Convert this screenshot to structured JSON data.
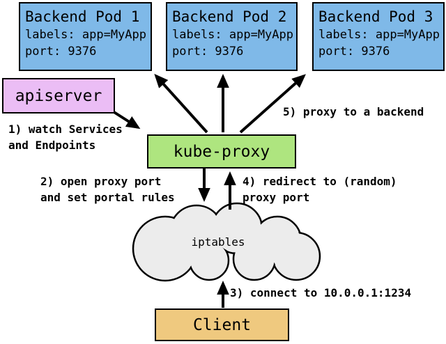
{
  "diagram": {
    "pods": [
      {
        "title": "Backend Pod 1",
        "labels_line": "labels: app=MyApp",
        "port_line": "port: 9376"
      },
      {
        "title": "Backend Pod 2",
        "labels_line": "labels: app=MyApp",
        "port_line": "port: 9376"
      },
      {
        "title": "Backend Pod 3",
        "labels_line": "labels: app=MyApp",
        "port_line": "port: 9376"
      }
    ],
    "apiserver": {
      "label": "apiserver"
    },
    "kube_proxy": {
      "label": "kube-proxy"
    },
    "iptables": {
      "label": "iptables"
    },
    "client": {
      "label": "Client"
    },
    "steps": {
      "step1": {
        "line1": "1) watch Services",
        "line2": "and Endpoints"
      },
      "step2": {
        "line1": "2) open proxy port",
        "line2": "and set portal rules"
      },
      "step3": {
        "line1": "3) connect to 10.0.0.1:1234"
      },
      "step4": {
        "line1": "4) redirect to (random)",
        "line2": "proxy port"
      },
      "step5": {
        "line1": "5) proxy to a backend"
      }
    },
    "colors": {
      "pod_fill": "#7FB9E8",
      "apiserver_fill": "#EBBDF5",
      "kube_proxy_fill": "#AEE57F",
      "iptables_fill": "#ECECEC",
      "client_fill": "#EFC97F",
      "stroke": "#000000",
      "background": "#FFFFFF"
    }
  }
}
